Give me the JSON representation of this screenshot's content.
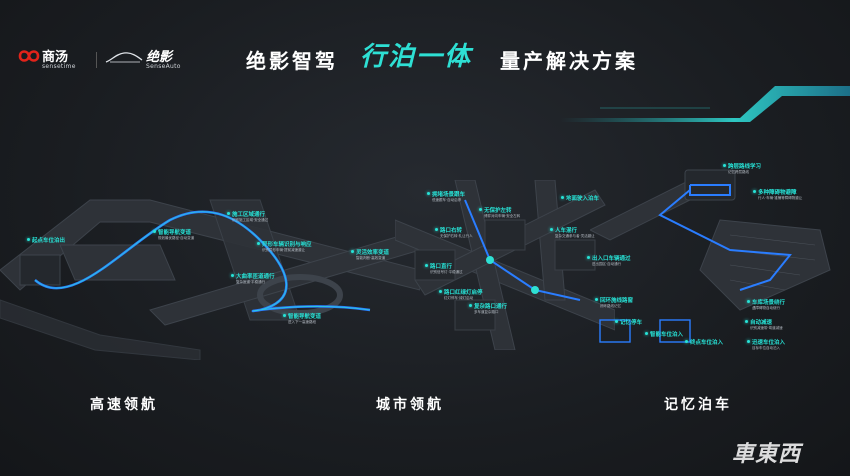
{
  "header": {
    "brand1_name": "商汤",
    "brand1_sub": "sensetime",
    "brand2_name": "绝影",
    "brand2_sub": "SenseAuto",
    "title_left": "绝影智驾",
    "title_accent": "行泊一体",
    "title_right": "量产解决方案"
  },
  "sections": {
    "highway": "高速领航",
    "city": "城市领航",
    "parking": "记忆泊车"
  },
  "callouts": {
    "highway": [
      {
        "title": "起点车位泊出",
        "desc": ""
      },
      {
        "title": "智能导航变道",
        "desc": "规划最优路径·自动变道"
      },
      {
        "title": "施工区域通行",
        "desc": "识别施工区域·安全通过"
      },
      {
        "title": "异形车辆识别与响应",
        "desc": "识别异形车辆·提前减速避让"
      },
      {
        "title": "大曲率匝道通行",
        "desc": "复杂匝道·平稳通行"
      },
      {
        "title": "灵活效率变道",
        "desc": "智能判断·高效变道"
      },
      {
        "title": "智能导航变道",
        "desc": "进入下一高速路段"
      }
    ],
    "city": [
      {
        "title": "拥堵场景跟车",
        "desc": "低速跟车·自动启停"
      },
      {
        "title": "路口右转",
        "desc": "无保护右转·礼让行人"
      },
      {
        "title": "无保护左转",
        "desc": "博弈对向车辆·安全左转"
      },
      {
        "title": "路口直行",
        "desc": "识别信号灯·平稳通过"
      },
      {
        "title": "人车混行",
        "desc": "复杂交通参与者·灵活避让"
      },
      {
        "title": "路口红绿灯启停",
        "desc": "红灯停车·绿灯启动"
      },
      {
        "title": "复杂路口通行",
        "desc": "多车道复杂路口"
      },
      {
        "title": "出入口车辆通过",
        "desc": "进出园区·自动通行"
      },
      {
        "title": "地面驶入泊车",
        "desc": ""
      }
    ],
    "parking": [
      {
        "title": "跨层路线学习",
        "desc": "记忆跨层路线"
      },
      {
        "title": "多种障碍物避障",
        "desc": "行人·车辆·锥桶等障碍物避让"
      },
      {
        "title": "车库场景绕行",
        "desc": "遇障碍物自动绕行"
      },
      {
        "title": "自动减速",
        "desc": "识别减速带·弯道减速"
      },
      {
        "title": "迅速车位泊入",
        "desc": "目标车位自动泊入"
      },
      {
        "title": "回环施线路窗",
        "desc": "闭环路线记忆"
      },
      {
        "title": "记忆停车",
        "desc": ""
      },
      {
        "title": "智能车位泊入",
        "desc": ""
      },
      {
        "title": "终点车位泊入",
        "desc": ""
      }
    ]
  },
  "watermark": "車東西",
  "colors": {
    "accent": "#2ee0d4",
    "route": "#2a7dff",
    "road": "#3a3f46",
    "background": "#1b1e22"
  }
}
